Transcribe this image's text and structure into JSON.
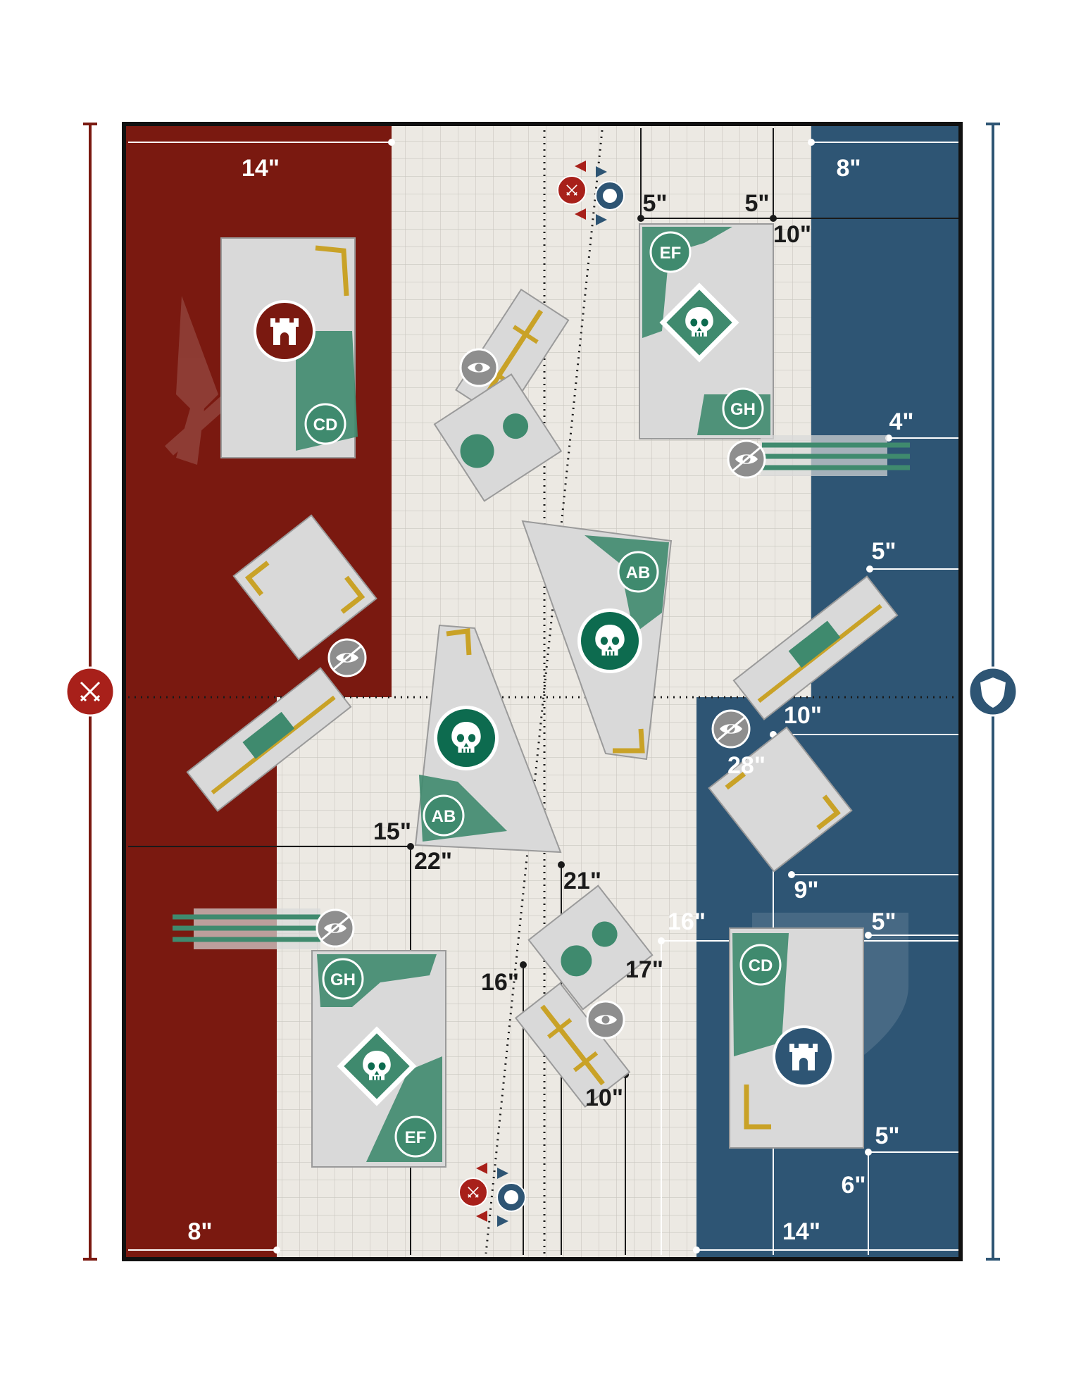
{
  "colors": {
    "attacker": "#7a1910",
    "defender": "#2e5574",
    "neutral": "#ece9e3",
    "terrain_green": "#3f8a6e",
    "objective_dark_green": "#0d6b4f",
    "marker_grey": "#8e8e8e",
    "gold": "#c9a227"
  },
  "sides": {
    "attacker": {
      "icon": "crossed-swords-icon"
    },
    "defender": {
      "icon": "shield-icon"
    }
  },
  "objective_codes": {
    "cd_top_left": "CD",
    "ef_top_right": "EF",
    "gh_top_right": "GH",
    "ab_center_right": "AB",
    "ab_center_left": "AB",
    "gh_bottom_left": "GH",
    "ef_bottom_left": "EF",
    "cd_bottom_right": "CD"
  },
  "measurements": {
    "m_14_top": "14\"",
    "m_8_top": "8\"",
    "m_5_a": "5\"",
    "m_5_b": "5\"",
    "m_10_top": "10\"",
    "m_4": "4\"",
    "m_5_c": "5\"",
    "m_10_mid": "10\"",
    "m_28": "28\"",
    "m_9": "9\"",
    "m_15": "15\"",
    "m_22": "22\"",
    "m_21": "21\"",
    "m_16_right": "16\"",
    "m_5_d": "5\"",
    "m_17": "17\"",
    "m_16_left": "16\"",
    "m_10_bottom": "10\"",
    "m_5_e": "5\"",
    "m_6": "6\"",
    "m_8_bottom": "8\"",
    "m_14_bottom": "14\""
  }
}
